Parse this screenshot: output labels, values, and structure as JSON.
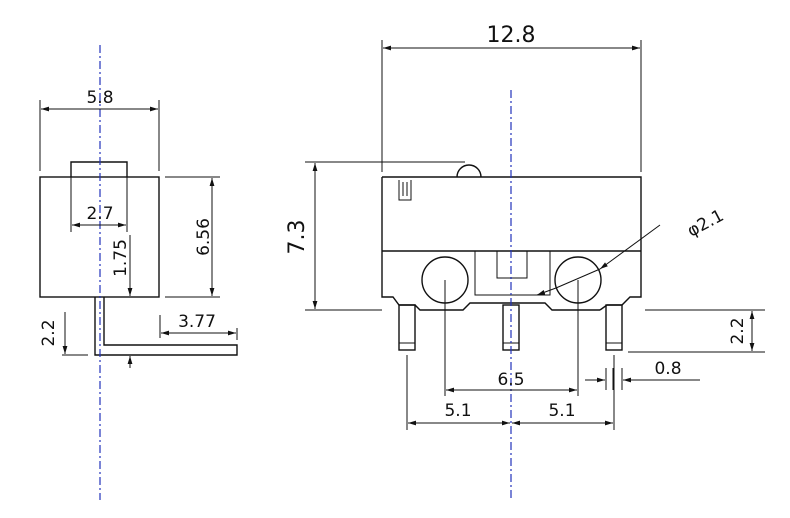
{
  "title": "Micro switch dimension drawing",
  "side_view": {
    "width": "5.8",
    "plunger_width": "2.7",
    "height": "6.56",
    "terminal_offset": "1.75",
    "terminal_length": "2.2",
    "terminal_bend": "3.77"
  },
  "front_view": {
    "length": "12.8",
    "height": "7.3",
    "hole_diameter": "φ2.1",
    "hole_spacing": "6.5",
    "pin_spacing_left": "5.1",
    "pin_spacing_right": "5.1",
    "pin_width": "0.8",
    "pin_length": "2.2"
  },
  "colors": {
    "line": "#111111",
    "centerline": "#2233bb"
  }
}
